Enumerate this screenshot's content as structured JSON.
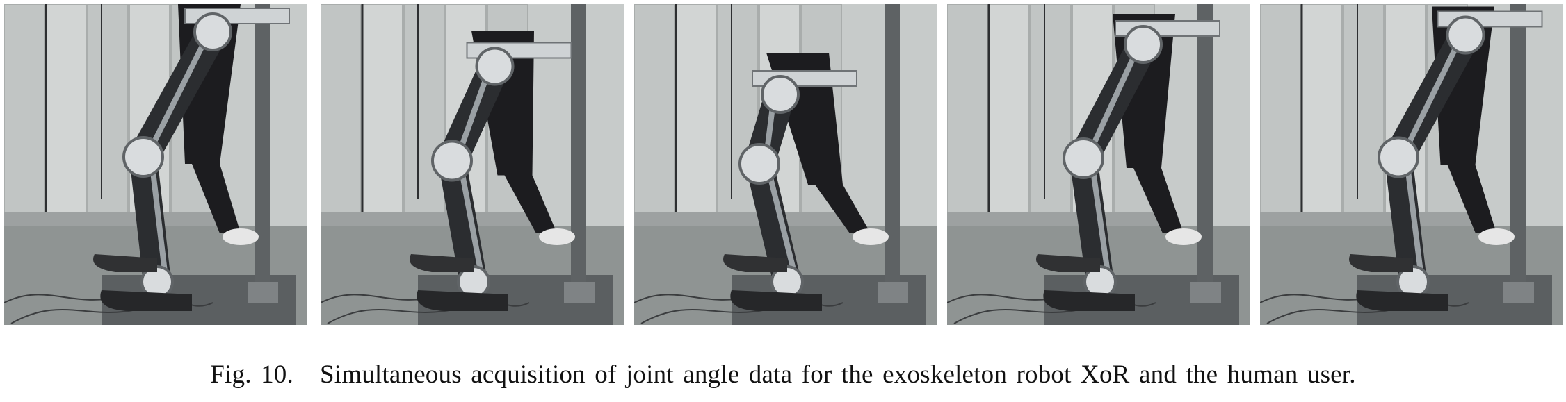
{
  "figure": {
    "label": "Fig. 10.",
    "caption": "Simultaneous acquisition of joint angle data for the exoskeleton robot XoR and the human user.",
    "panels": [
      {
        "pose": "standing",
        "lean": 0.0
      },
      {
        "pose": "squat-mid",
        "lean": 0.55
      },
      {
        "pose": "squat-deep",
        "lean": 1.0
      },
      {
        "pose": "rising",
        "lean": 0.2
      },
      {
        "pose": "standing",
        "lean": 0.05
      }
    ]
  },
  "colors": {
    "wall": "#c7cbca",
    "floor": "#8f9493",
    "robot_metal": "#9aa0a4",
    "robot_dark": "#2b2d30",
    "pants": "#1c1c1f",
    "pole": "#5e6264"
  }
}
